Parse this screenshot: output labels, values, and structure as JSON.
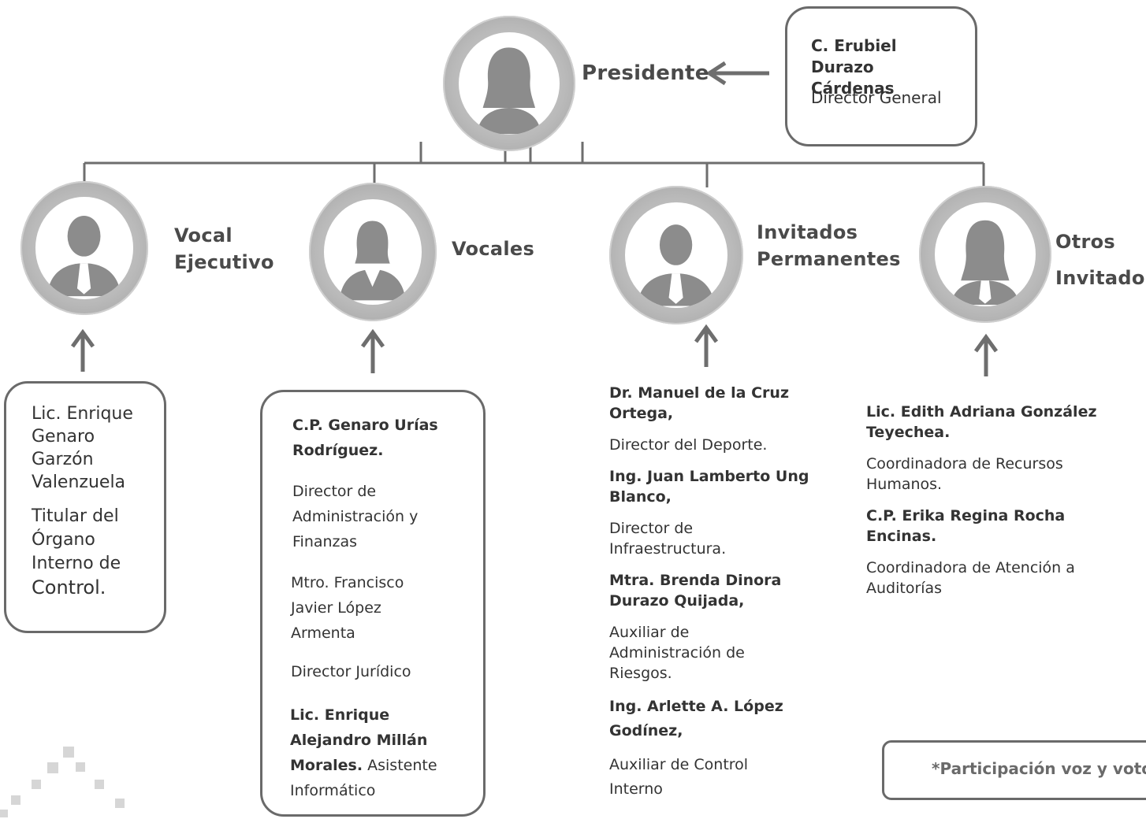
{
  "top": {
    "role": "Presidente",
    "person_name": "C. Erubiel Durazo Cárdenas",
    "person_title": "Director General"
  },
  "vocal_ejecutivo": {
    "role_line1": "Vocal",
    "role_line2": "Ejecutivo",
    "name_line1": "Lic. Enrique",
    "name_line2": "Genaro",
    "name_line3": "Garzón",
    "name_line4": "Valenzuela",
    "title_line1": "Titular del",
    "title_line2": "Órgano",
    "title_line3": "Interno de",
    "title_line4": "Control."
  },
  "vocales": {
    "role": "Vocales",
    "p1_name_line1": "C.P. Genaro Urías",
    "p1_name_line2": "Rodríguez.",
    "p1_title_line1": "Director de",
    "p1_title_line2": "Administración y",
    "p1_title_line3": "Finanzas",
    "p2_name_line1": "Mtro. Francisco",
    "p2_name_line2": "Javier López",
    "p2_name_line3": "Armenta",
    "p2_title": "Director Jurídico",
    "p3_name_line1": "Lic. Enrique",
    "p3_name_line2": "Alejandro Millán",
    "p3_name_line3": "Morales.",
    "p3_title_inline": "Asistente",
    "p3_title_line2": "Informático"
  },
  "invitados": {
    "role_line1": "Invitados",
    "role_line2": "Permanentes",
    "p1_name_line1": "Dr. Manuel de la Cruz",
    "p1_name_line2": "Ortega,",
    "p1_title": "Director del Deporte.",
    "p2_name_line1": "Ing. Juan Lamberto Ung",
    "p2_name_line2": "Blanco,",
    "p2_title_line1": "Director de",
    "p2_title_line2": "Infraestructura.",
    "p3_name_line1": "Mtra. Brenda Dinora",
    "p3_name_line2": "Durazo Quijada,",
    "p3_title_line1": "Auxiliar de",
    "p3_title_line2": "Administración de",
    "p3_title_line3": "Riesgos.",
    "p4_name_line1": "Ing. Arlette A. López",
    "p4_name_line2": "Godínez,",
    "p4_title_line1": "Auxiliar de Control",
    "p4_title_line2": "Interno"
  },
  "otros": {
    "role_line1": "Otros",
    "role_line2": "Invitado",
    "p1_name_line1": "Lic. Edith Adriana González",
    "p1_name_line2": "Teyechea.",
    "p1_title_line1": "Coordinadora de Recursos",
    "p1_title_line2": "Humanos.",
    "p2_name_line1": "C.P. Erika Regina Rocha",
    "p2_name_line2": "Encinas.",
    "p2_title_line1": "Coordinadora de Atención a",
    "p2_title_line2": "Auditorías"
  },
  "note": "*Participación voz y voto",
  "colors": {
    "line": "#6e6e6e",
    "box_border": "#6a6a6a",
    "avatar_gray": "#8c8c8c"
  }
}
